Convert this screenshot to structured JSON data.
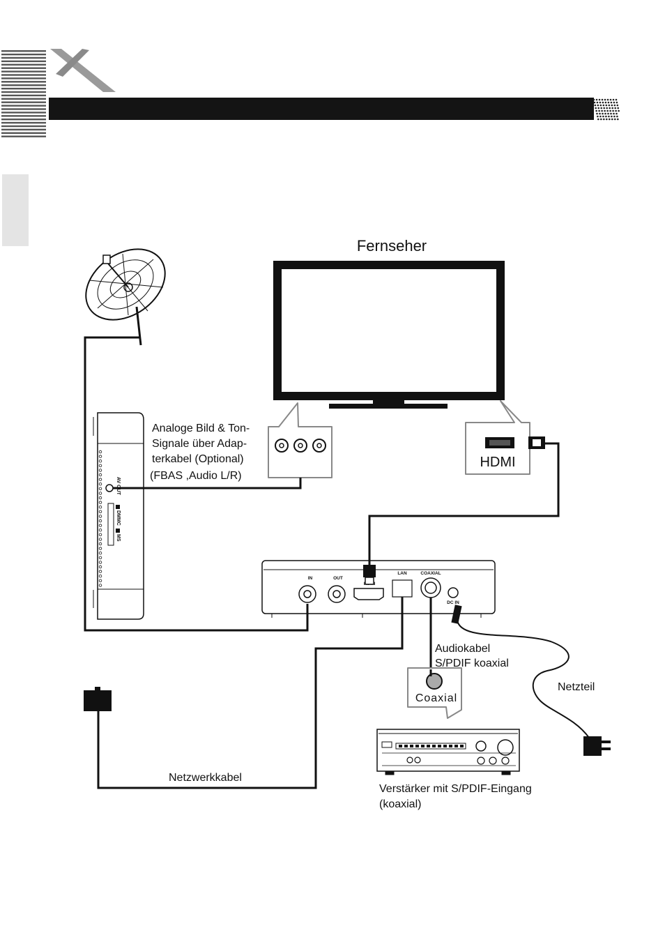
{
  "labels": {
    "tv": "Fernseher",
    "analog_line1": "Analoge Bild & Ton-",
    "analog_line2": "Signale über Adap-",
    "analog_line3": "terkabel (Optional)",
    "analog_line4": "(FBAS ,Audio L/R)",
    "hdmi_callout": "HDMI",
    "audio_cable_line1": "Audiokabel",
    "audio_cable_line2": "S/PDIF koaxial",
    "power_supply": "Netzteil",
    "coaxial_callout": "Coaxial",
    "network_cable": "Netzwerkkabel",
    "amplifier_line1": "Verstärker mit S/PDIF-Eingang",
    "amplifier_line2": "(koaxial)"
  },
  "receiver_ports": {
    "in": "IN",
    "out": "OUT",
    "hdmi": "HDMI",
    "lan": "LAN",
    "coaxial": "COAXIAL",
    "dc_in": "DC IN"
  },
  "receiver_side": {
    "av_out": "AV OUT",
    "cards": "DMMC",
    "ms": "MS"
  },
  "colors": {
    "ink": "#111111",
    "header_bar": "#141414",
    "logo_gray": "#8f8f8f",
    "side_tab": "#e4e4e4",
    "outline_gray": "#888888"
  }
}
